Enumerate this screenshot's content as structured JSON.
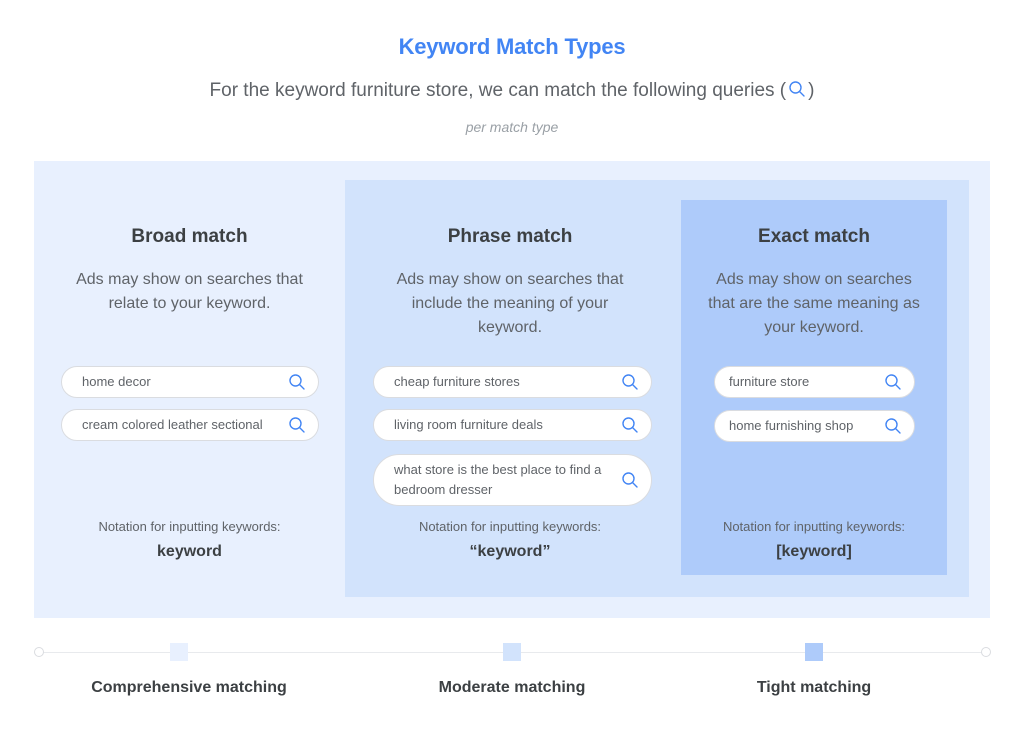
{
  "header": {
    "title": "Keyword Match Types",
    "subtitle_pre": "For the keyword furniture store, we can match the following queries (",
    "subtitle_icon": "search-icon",
    "subtitle_post": ")",
    "caption": "per match type"
  },
  "colors": {
    "title": "#4285f4",
    "broad_bg": "#e8f0fe",
    "phrase_bg": "#d2e3fc",
    "exact_bg": "#aecbfa",
    "search_icon": "#4285f4"
  },
  "columns": [
    {
      "id": "broad",
      "title": "Broad match",
      "description": "Ads may show on searches that relate to your keyword.",
      "queries": [
        "home decor",
        "cream colored leather sectional"
      ],
      "notation_label": "Notation for inputting keywords:",
      "notation": "keyword"
    },
    {
      "id": "phrase",
      "title": "Phrase match",
      "description": "Ads may show on searches that include the meaning of your keyword.",
      "queries": [
        "cheap furniture stores",
        "living room furniture deals",
        "what store is the best place to find a bedroom dresser"
      ],
      "notation_label": "Notation for inputting keywords:",
      "notation": "“keyword”"
    },
    {
      "id": "exact",
      "title": "Exact match",
      "description": "Ads may show on searches that are the same meaning as your keyword.",
      "queries": [
        "furniture store",
        "home furnishing shop"
      ],
      "notation_label": "Notation for inputting keywords:",
      "notation": "[keyword]"
    }
  ],
  "scale": {
    "labels": [
      "Comprehensive matching",
      "Moderate matching",
      "Tight matching"
    ]
  }
}
